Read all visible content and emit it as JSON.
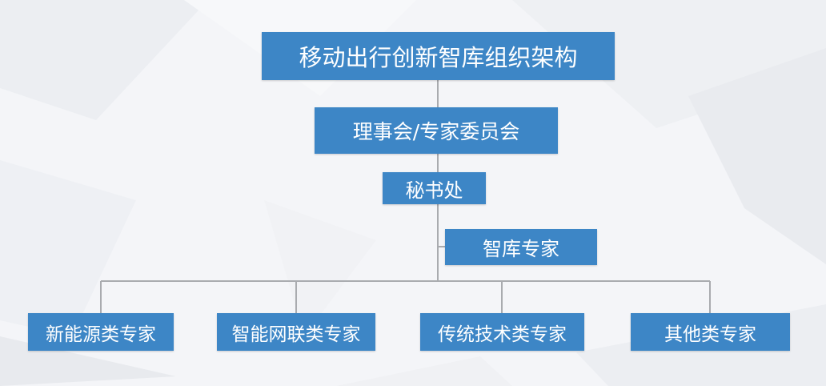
{
  "diagram": {
    "title": "移动出行创新智库组织架构",
    "board": "理事会/专家委员会",
    "secretariat": "秘书处",
    "experts": "智库专家",
    "categories": [
      "新能源类专家",
      "智能网联类专家",
      "传统技术类专家",
      "其他类专家"
    ]
  },
  "colors": {
    "node_fill": "#3d86c6",
    "node_text": "#ffffff",
    "connector": "#a9abaf",
    "background": "#f4f5f8"
  }
}
